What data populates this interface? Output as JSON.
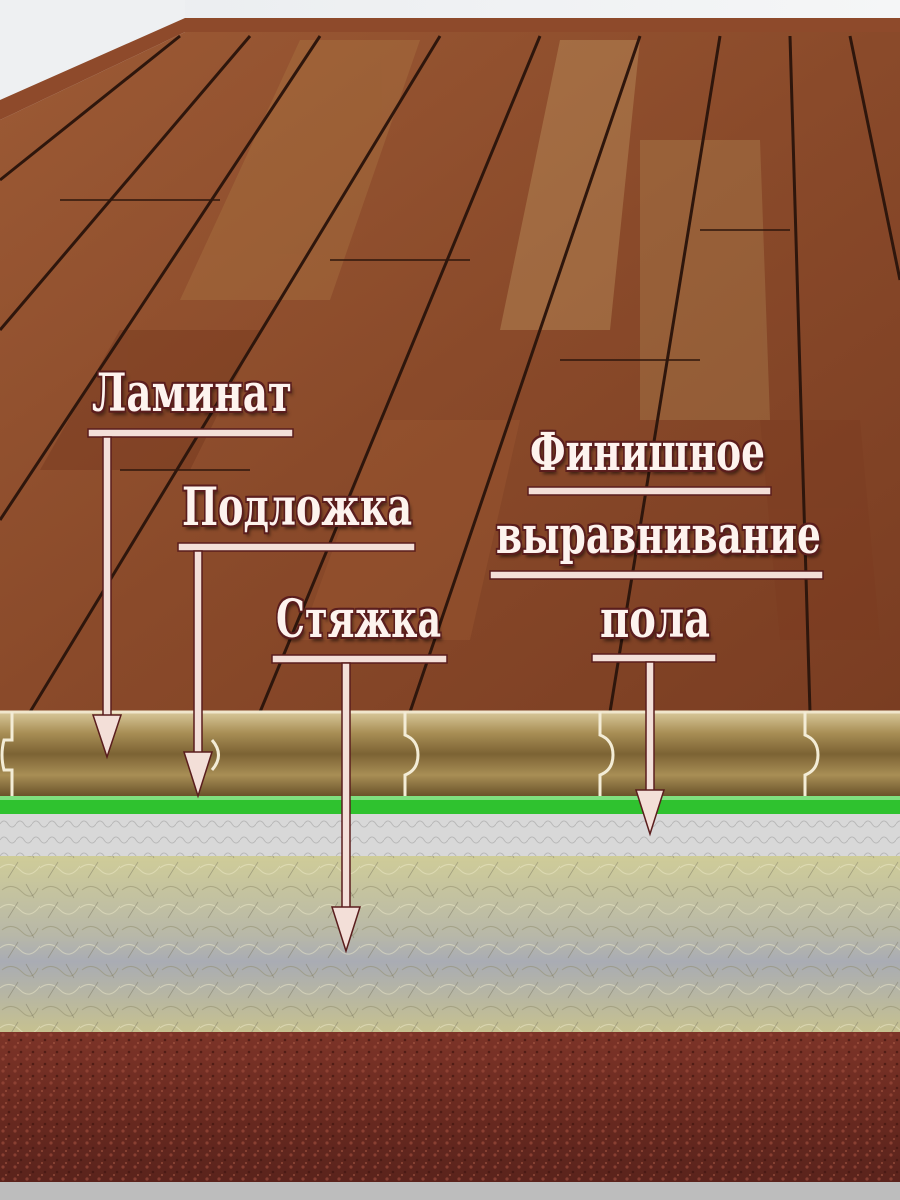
{
  "labels": {
    "laminate": "Ламинат",
    "underlay": "Подложка",
    "screed": "Стяжка",
    "finish_line1": "Финишное",
    "finish_line2": "выравнивание",
    "finish_line3": "пола"
  },
  "colors": {
    "label_fill": "#fdf3ee",
    "label_outline": "#5a1d1d",
    "underlay_green": "#2fc22f",
    "laminate_wood": "#8a4a2a",
    "board_profile": "#9a8350",
    "leveling_layer": "#d8d8d8",
    "screed_layer": "#c9c58f",
    "base_layer": "#6d2a22"
  }
}
